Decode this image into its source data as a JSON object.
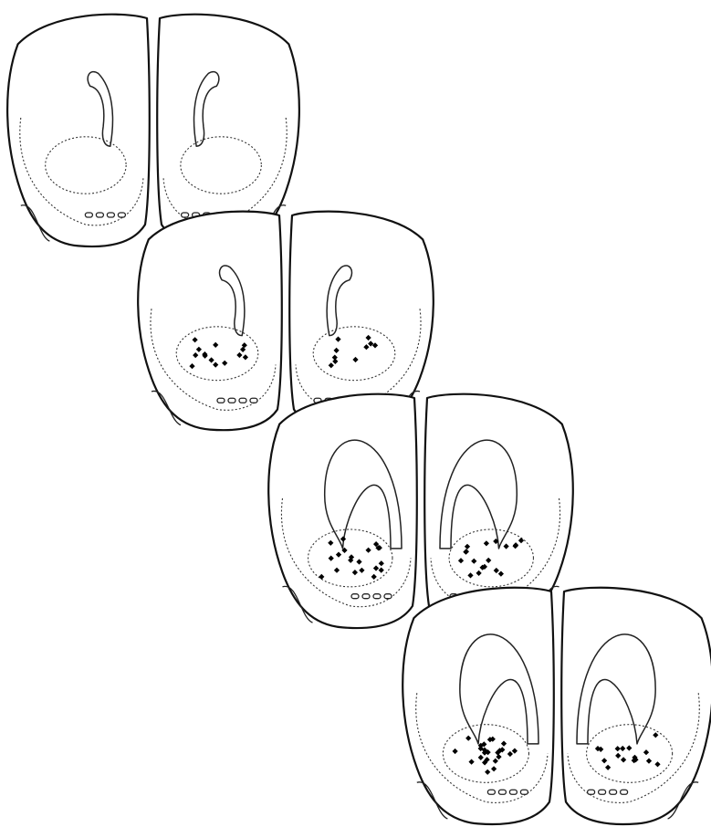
{
  "figure": {
    "description_type": "coronal-brain-sections",
    "sections": [
      {
        "id": "section-1",
        "left_marks": 0,
        "right_marks": 0
      },
      {
        "id": "section-2",
        "left_marks": 14,
        "right_marks": 10
      },
      {
        "id": "section-3",
        "left_marks": 20,
        "right_marks": 18
      },
      {
        "id": "section-4",
        "left_marks": 24,
        "right_marks": 16
      }
    ],
    "colors": {
      "outline": "#111111",
      "mark": "#000000",
      "background": "#ffffff"
    }
  }
}
